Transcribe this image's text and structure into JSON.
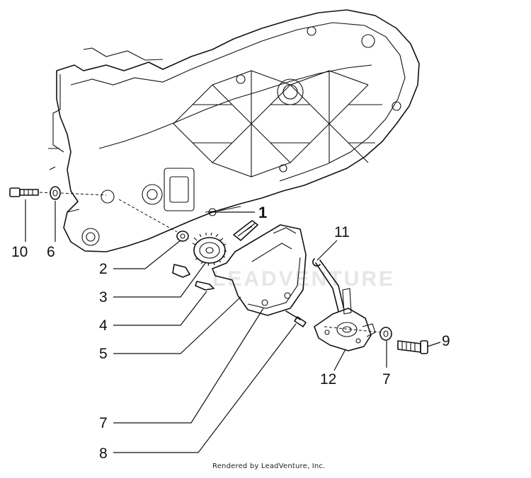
{
  "diagram": {
    "callouts": {
      "c1": "1",
      "c2": "2",
      "c3": "3",
      "c4": "4",
      "c5": "5",
      "c6": "6",
      "c7a": "7",
      "c7b": "7",
      "c8": "8",
      "c9": "9",
      "c10": "10",
      "c11": "11",
      "c12": "12"
    },
    "watermark": "LEADVENTURE",
    "credit": "Rendered by LeadVenture, Inc."
  }
}
